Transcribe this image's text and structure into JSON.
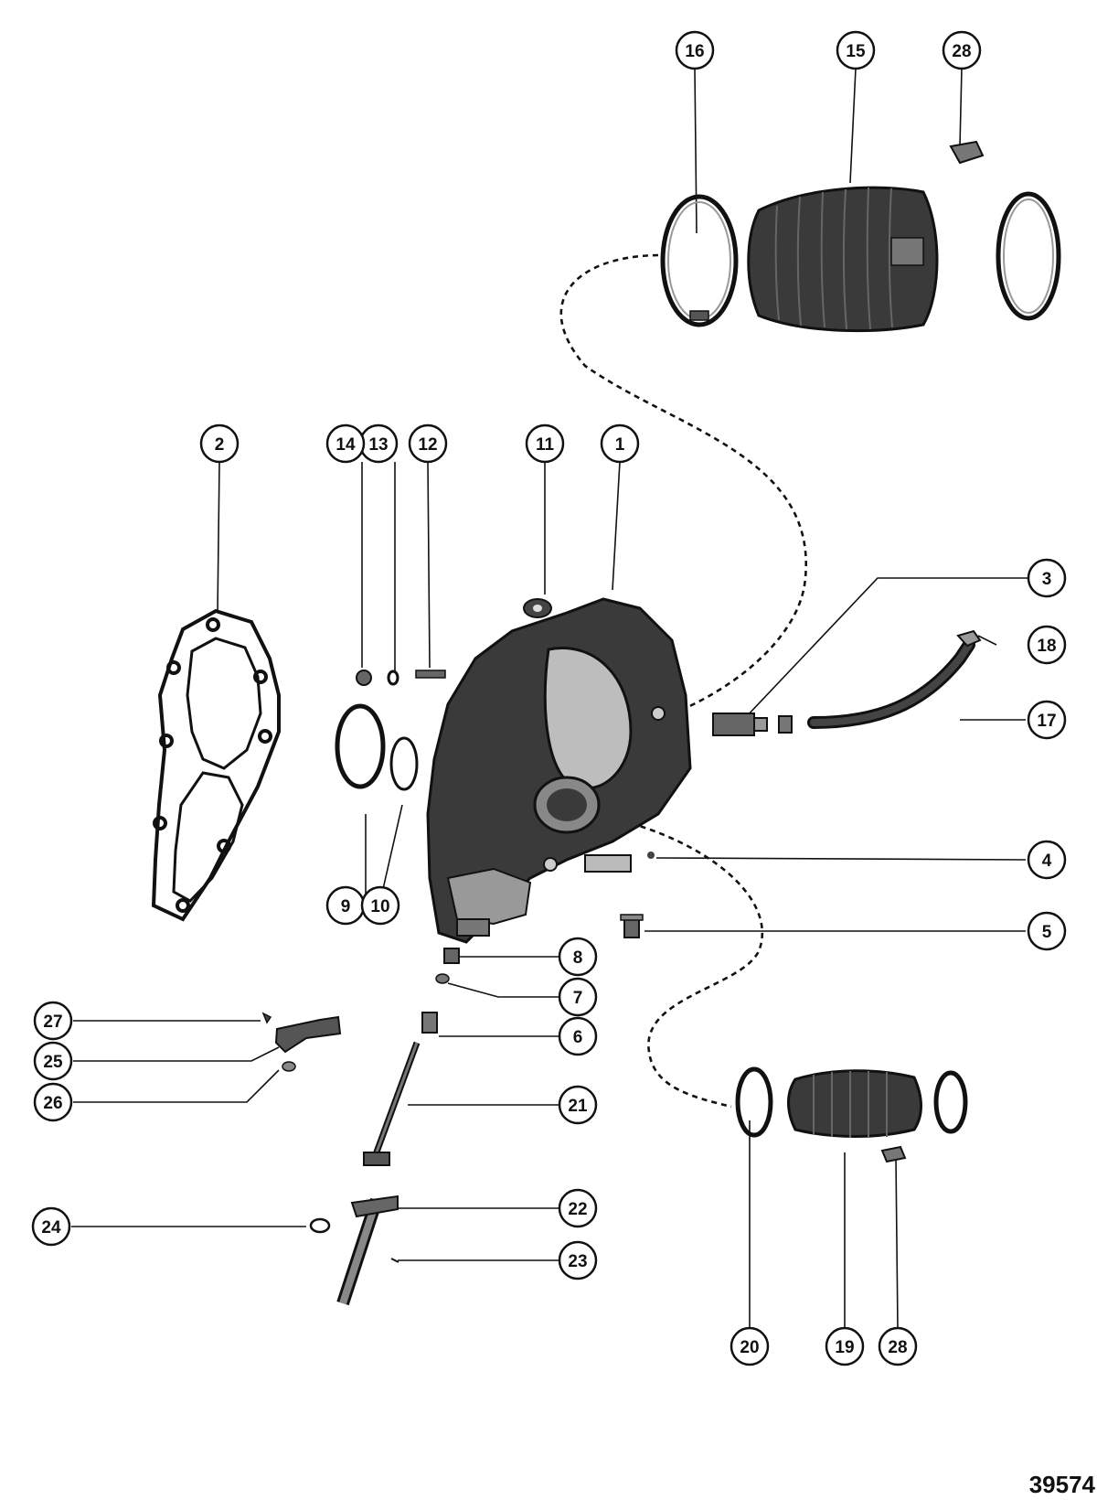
{
  "diagram": {
    "figure_number": "39574",
    "callouts": [
      "1",
      "2",
      "3",
      "4",
      "5",
      "6",
      "7",
      "8",
      "9",
      "10",
      "11",
      "12",
      "13",
      "14",
      "15",
      "16",
      "17",
      "18",
      "19",
      "20",
      "21",
      "22",
      "23",
      "24",
      "25",
      "26",
      "27",
      "28"
    ],
    "bottom_callouts": [
      "20",
      "19",
      "28"
    ],
    "colors": {
      "ink": "#111111",
      "part_dark": "#2a2a2a",
      "part_mid": "#555555",
      "part_light": "#bdbdbd"
    }
  }
}
